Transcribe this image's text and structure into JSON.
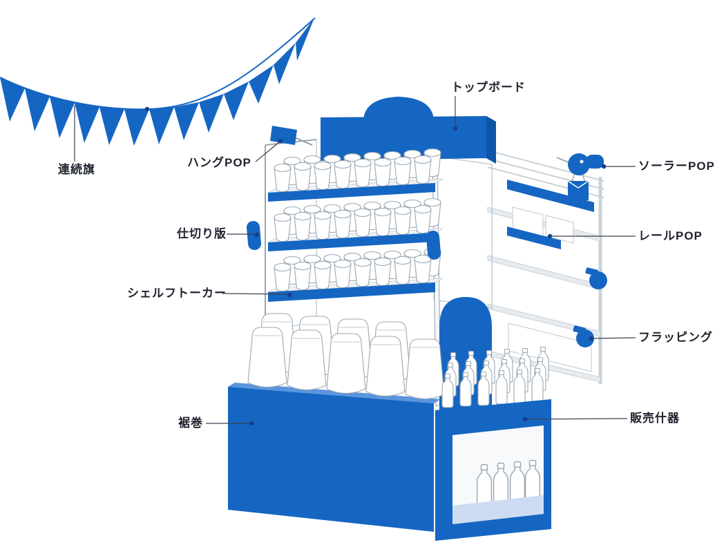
{
  "colors": {
    "primary_blue": "#1566c2",
    "dark_blue": "#0e55a7",
    "panel_light": "#cddcf2",
    "window_white": "#f7f9fb",
    "outline_gray": "#9aa7b2",
    "mesh_gray": "#b8c3cd",
    "gondola_gray": "#c9d2d9",
    "shelf_fill": "#e6ebef",
    "label_text": "#20242e",
    "leader_line": "#3a4150",
    "leader_dot": "#123f8c",
    "background": "#ffffff"
  },
  "labels": {
    "bunting": "連続旗",
    "hang_pop": "ハングPOP",
    "top_board": "トップボード",
    "solar_pop": "ソーラーPOP",
    "rail_pop": "レールPOP",
    "divider": "仕切り版",
    "shelf_talker": "シェルフトーカー",
    "flapping": "フラッピング",
    "base_wrap": "裾巻",
    "sales_fixture": "販売什器"
  }
}
